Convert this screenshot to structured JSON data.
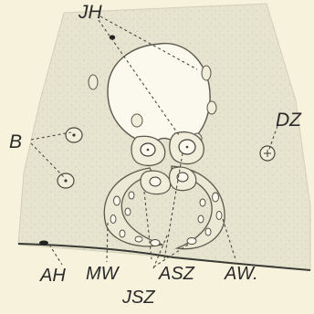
{
  "figure": {
    "labels": {
      "jh": "JH",
      "dz": "DZ",
      "b": "B",
      "ah": "AH",
      "mw": "MW",
      "asz": "ASZ",
      "aw": "AW.",
      "jsz": "JSZ"
    },
    "colors": {
      "background": "#f6f2dc",
      "tissue": "#e6e4cf",
      "ink": "#2a2a2a"
    }
  }
}
